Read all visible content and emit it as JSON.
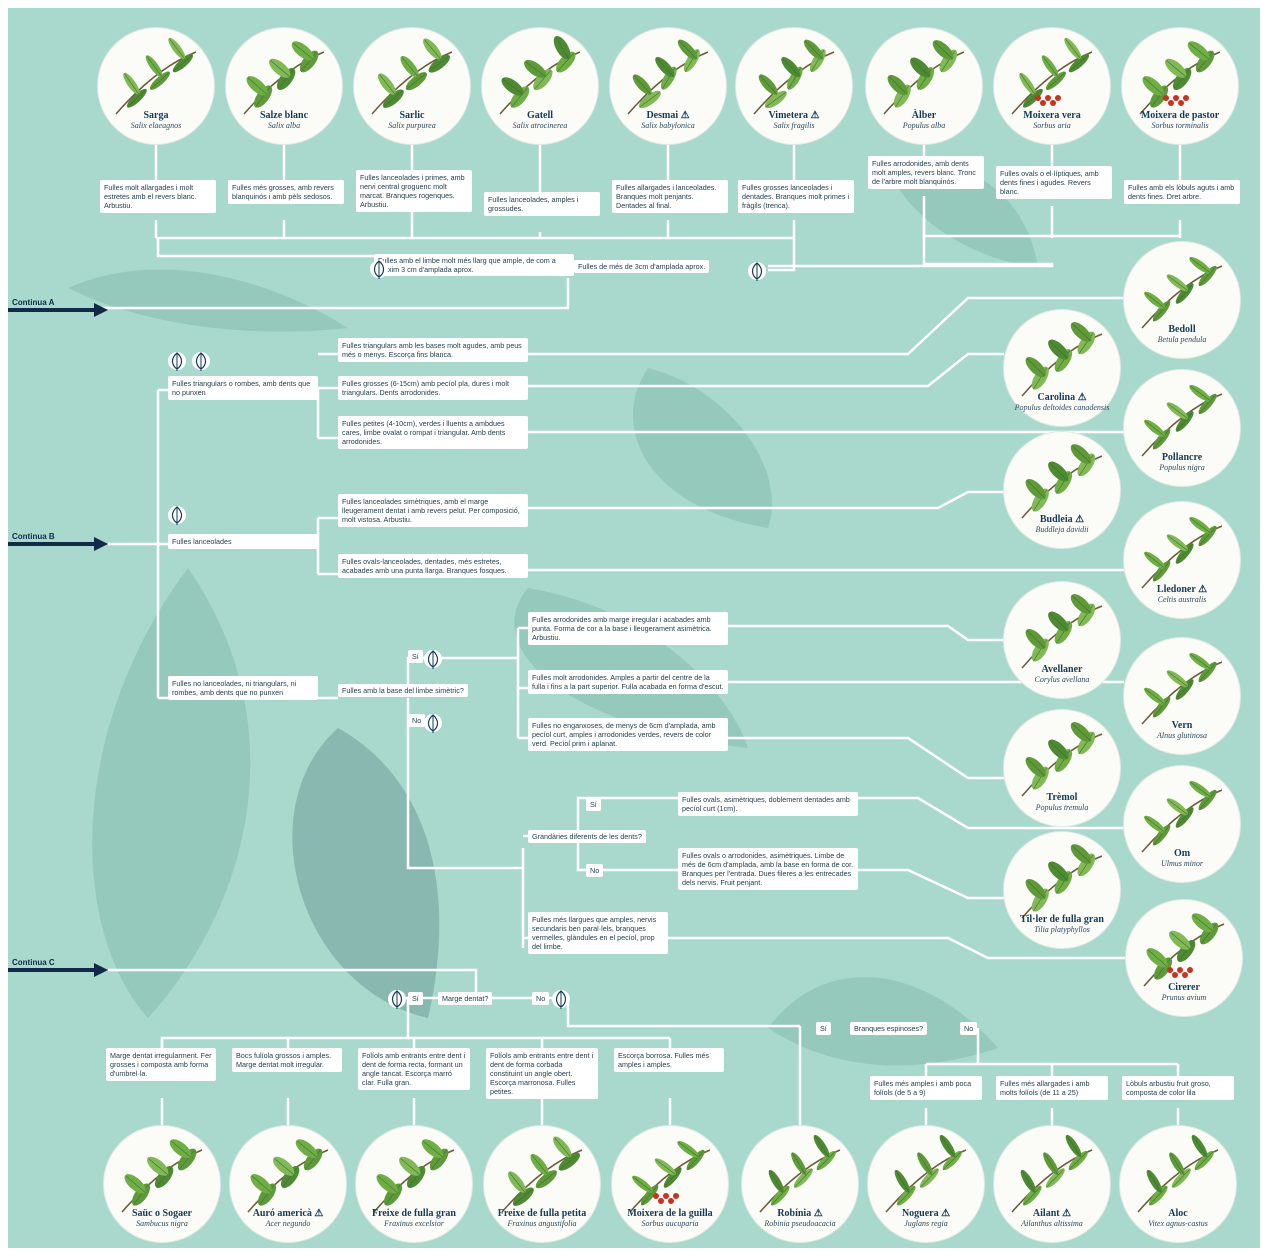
{
  "top_species": [
    {
      "name": "Sarga",
      "latin": "Salix elaeagnos",
      "warn": false
    },
    {
      "name": "Salze blanc",
      "latin": "Salix alba",
      "warn": false
    },
    {
      "name": "Sarlic",
      "latin": "Salix purpurea",
      "warn": false
    },
    {
      "name": "Gatell",
      "latin": "Salix atrocinerea",
      "warn": false
    },
    {
      "name": "Desmai",
      "latin": "Salix babylonica",
      "warn": true
    },
    {
      "name": "Vimetera",
      "latin": "Salix fragilis",
      "warn": true
    },
    {
      "name": "Àlber",
      "latin": "Populus alba",
      "warn": false
    },
    {
      "name": "Moixera vera",
      "latin": "Sorbus aria",
      "warn": false
    },
    {
      "name": "Moixera de pastor",
      "latin": "Sorbus torminalis",
      "warn": false
    }
  ],
  "top_boxes": [
    "Fulles molt allargades i molt estretes amb el revers blanc. Arbustiu.",
    "Fulles més grosses, amb revers blanquinós i amb pèls sedosos.",
    "Fulles lanceolades i primes, amb nervi central groguenc molt marcat. Branques rogenques. Arbustiu.",
    "Fulles lanceolades, amples i grossudes.",
    "Fulles allargades i lanceolades. Branques molt penjants. Dentades al final.",
    "Fulles grosses lanceolades i dentades. Branques molt primes i fràgils (trenca).",
    "Fulles arrodonides, amb dents molt amples, revers blanc. Tronc de l'arbre molt blanquinós.",
    "Fulles ovals o el·líptiques, amb dents fines i agudes. Revers blanc.",
    "Fulles amb els lòbuls aguts i amb dents fines. Dret arbre."
  ],
  "top_questions": {
    "narrow": "Fulles amb el limbe molt més llarg que ample, de com a màxim 3 cm d'amplada aprox.",
    "wide": "Fulles de més de 3cm d'amplada aprox."
  },
  "continue_labels": {
    "a": "Continua A",
    "b": "Continua B",
    "c": "Continua C"
  },
  "mid_questions": {
    "triangular": "Fulles triangulars o rombes, amb dents que no punxen",
    "lanceolate": "Fulles lanceolades",
    "other": "Fulles no lanceolades, ni triangulars, ni rombes, amb dents que no punxen",
    "symmetric": "Fulles amb la base del limbe simètric?",
    "sizes": "Grandàries diferents de les dents?",
    "yes_short": "Sí",
    "no_short": "No"
  },
  "mid_boxes": [
    "Fulles triangulars amb les bases molt agudes, amb peus més o menys. Escorça fins blanca.",
    "Fulles grosses (6-15cm) amb pecíol pla, dures i molt triangulars. Dents arrodonides.",
    "Fulles petites (4-10cm), verdes i lluents a ambdues cares, limbe ovalat o rompat i triangular. Amb dents arrodonides.",
    "Fulles lanceolades simètriques, amb el marge lleugerament dentat i amb revers pelut. Per composició, molt vistosa. Arbustiu.",
    "Fulles ovals-lanceolades, dentades, més estretes, acabades amb una punta llarga. Branques fosques.",
    "Fulles arrodonides amb marge irregular i acabades amb punta. Forma de cor a la base i lleugerament asimètrica. Arbustiu.",
    "Fulles molt arrodonides. Amples a partir del centre de la fulla i fins a la part superior. Fulla acabada en forma d'escut.",
    "Fulles no enganxoses, de menys de 6cm d'amplada, amb pecíol curt, amples i arrodonides verdes, revers de color verd. Pecíol prim i aplanat.",
    "Fulles ovals, asimètriques, doblement dentades amb pecíol curt (1cm).",
    "Fulles ovals o arrodonides, asimètriques. Limbe de més de 6cm d'amplada, amb la base en forma de cor. Branques per l'entrada. Dues fileres a les entrecades dels nervis. Fruit penjant.",
    "Fulles més llargues que amples, nervis secundaris ben paral·lels, branques vermelles, glàndules en el pecíol, prop del limbe."
  ],
  "right_species": [
    {
      "name": "Bedoll",
      "latin": "Betula pendula",
      "warn": false
    },
    {
      "name": "Carolina",
      "latin": "Populus deltoides canadensis",
      "warn": true
    },
    {
      "name": "Pollancre",
      "latin": "Populus nigra",
      "warn": false
    },
    {
      "name": "Budleia",
      "latin": "Buddleja davidii",
      "warn": true
    },
    {
      "name": "Lledoner",
      "latin": "Celtis australis",
      "warn": true
    },
    {
      "name": "Avellaner",
      "latin": "Corylus avellana",
      "warn": false
    },
    {
      "name": "Vern",
      "latin": "Alnus glutinosa",
      "warn": false
    },
    {
      "name": "Trèmol",
      "latin": "Populus tremula",
      "warn": false
    },
    {
      "name": "Om",
      "latin": "Ulmus minor",
      "warn": false
    },
    {
      "name": "Til·ler de fulla gran",
      "latin": "Tilia platyphyllos",
      "warn": false
    },
    {
      "name": "Cirerer",
      "latin": "Prunus avium",
      "warn": false
    }
  ],
  "bottom_questions": {
    "serrated": "Marge dentat?",
    "yes": "Sí",
    "no": "No",
    "spines": "Branques espinoses?"
  },
  "bottom_boxes": [
    "Marge dentat irregularment. Fer grosses i composta amb forma d'umbrel·la.",
    "Bocs fulíola grossos i amples. Marge dentat molt irregular.",
    "Folíols amb entrants entre dent i dent de forma recta, formant un angle tancat. Escorça marró clar. Fulla gran.",
    "Folíols amb entrants entre dent i dent de forma corbada constituint un angle obert. Escorça marronosa. Fulles petites.",
    "Escorça borrosa. Fulles més amples i amples.",
    "Fulles més amples i amb poca folíols (de 5 a 9)",
    "Fulles més allargades i amb molts folíols (de 11 a 25)",
    "Lòbuls arbustiu fruit groso, composta de color lila"
  ],
  "bottom_species": [
    {
      "name": "Saüc o Sogaer",
      "latin": "Sambucus nigra",
      "warn": false
    },
    {
      "name": "Auró americà",
      "latin": "Acer negundo",
      "warn": true
    },
    {
      "name": "Freixe de fulla gran",
      "latin": "Fraxinus excelsior",
      "warn": false
    },
    {
      "name": "Freixe de fulla petita",
      "latin": "Fraxinus angustifolia",
      "warn": false
    },
    {
      "name": "Moixera de la guilla",
      "latin": "Sorbus aucuparia",
      "warn": false
    },
    {
      "name": "Robínia",
      "latin": "Robinia pseudoacacia",
      "warn": true
    },
    {
      "name": "Noguera",
      "latin": "Juglans regia",
      "warn": true
    },
    {
      "name": "Ailant",
      "latin": "Ailanthus altissima",
      "warn": true
    },
    {
      "name": "Aloc",
      "latin": "Vitex agnus-castus",
      "warn": false
    }
  ],
  "colors": {
    "background": "#a9d8cc",
    "line": "#ffffff",
    "arrow": "#102a48",
    "warning": "#e0a21a"
  }
}
